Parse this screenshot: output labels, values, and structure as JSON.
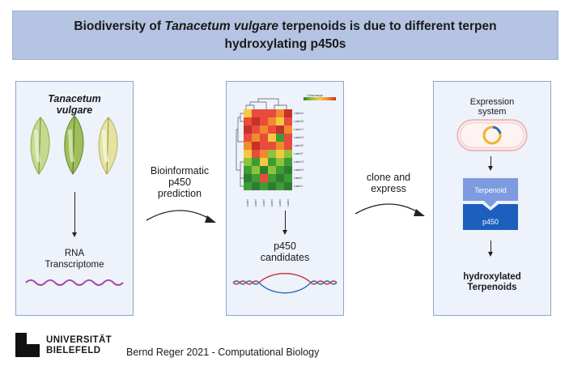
{
  "header": {
    "line1_prefix": "Biodiversity of ",
    "line1_species": "Tanacetum vulgare",
    "line1_suffix": " terpenoids is due to different terpen",
    "line2": "hydroxylating p450s"
  },
  "panel1": {
    "species_line1": "Tanacetum",
    "species_line2": "vulgare",
    "output_line1": "RNA",
    "output_line2": "Transcriptome"
  },
  "step1": {
    "line1": "Bioinformatic",
    "line2": "p450",
    "line3": "prediction"
  },
  "panel2": {
    "heatmap": {
      "legend_title": "Colorrange",
      "row_labels": [
        "Label A",
        "Label B",
        "Label C",
        "Label D",
        "Label E",
        "Label F",
        "Label G",
        "Label H",
        "Label I",
        "Label J"
      ],
      "col_labels": [
        "Label",
        "Label",
        "Label",
        "Label",
        "Label",
        "Label"
      ],
      "colors": [
        [
          "#f5c842",
          "#e94b3c",
          "#e94b3c",
          "#e94b3c",
          "#f08a2e",
          "#c8302a"
        ],
        [
          "#e94b3c",
          "#c8302a",
          "#e94b3c",
          "#f08a2e",
          "#f5c842",
          "#e94b3c"
        ],
        [
          "#c8302a",
          "#e94b3c",
          "#f08a2e",
          "#e94b3c",
          "#c8302a",
          "#f08a2e"
        ],
        [
          "#e94b3c",
          "#f08a2e",
          "#e94b3c",
          "#f5c842",
          "#3e9c35",
          "#e94b3c"
        ],
        [
          "#f08a2e",
          "#c8302a",
          "#e94b3c",
          "#e94b3c",
          "#f08a2e",
          "#e94b3c"
        ],
        [
          "#f5c842",
          "#e94b3c",
          "#f08a2e",
          "#8fc33a",
          "#f5c842",
          "#8fc33a"
        ],
        [
          "#8fc33a",
          "#3e9c35",
          "#f5c842",
          "#3e9c35",
          "#8fc33a",
          "#3e9c35"
        ],
        [
          "#3e9c35",
          "#8fc33a",
          "#2e7d32",
          "#8fc33a",
          "#3e9c35",
          "#2e7d32"
        ],
        [
          "#2e7d32",
          "#3e9c35",
          "#e94b3c",
          "#3e9c35",
          "#2e7d32",
          "#3e9c35"
        ],
        [
          "#3e9c35",
          "#2e7d32",
          "#3e9c35",
          "#2e7d32",
          "#3e9c35",
          "#2e7d32"
        ]
      ]
    },
    "output_line1": "p450",
    "output_line2": "candidates"
  },
  "step2": {
    "line1": "clone and",
    "line2": "express"
  },
  "panel3": {
    "system_line1": "Expression",
    "system_line2": "system",
    "substrate": "Terpenoid",
    "enzyme": "p450",
    "product_line1": "hydroxylated",
    "product_line2": "Terpenoids"
  },
  "footer": {
    "uni_line1": "UNIVERSITÄT",
    "uni_line2": "BIELEFELD",
    "credit": "Bernd Reger 2021 - Computational Biology"
  },
  "colors": {
    "header_bg": "#b4c4e2",
    "panel_bg": "#eef2fb",
    "panel_border": "#8fa3cc",
    "enzyme_light": "#7e9be0",
    "enzyme_dark": "#1d5fbf",
    "rna_wave": "#a04aa8"
  }
}
